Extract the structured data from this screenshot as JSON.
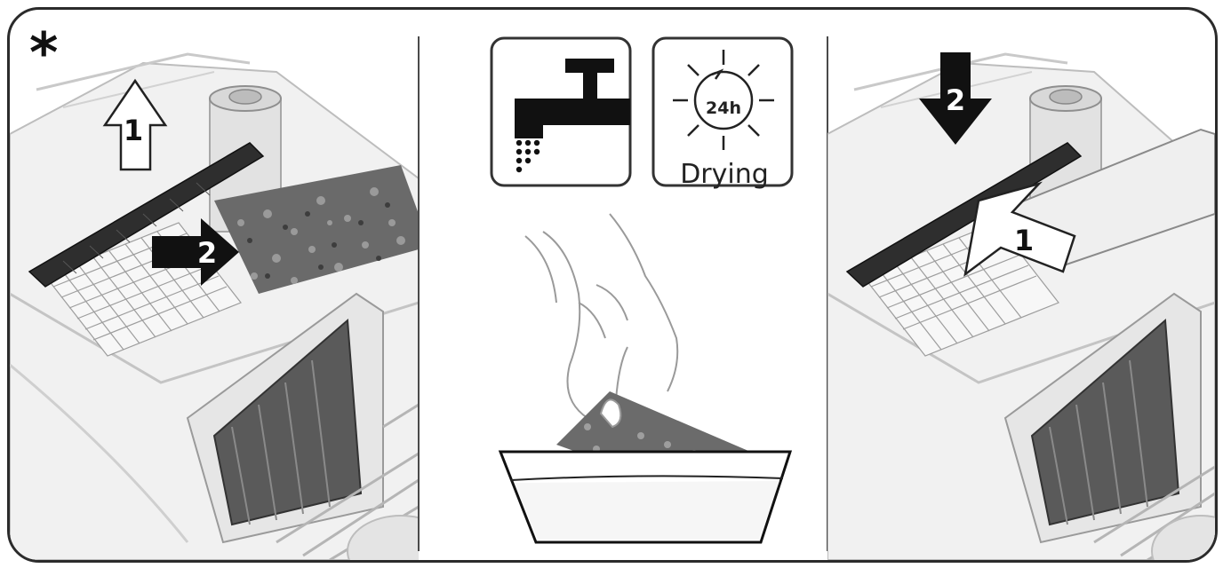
{
  "left_panel": {
    "marker": "*",
    "steps": [
      {
        "number": "1",
        "action": "lift-up"
      },
      {
        "number": "2",
        "action": "pull-out"
      }
    ]
  },
  "middle_panel": {
    "icons": [
      "tap-icon",
      "sun-icon"
    ],
    "drying_hours": "24h",
    "drying_label": "Drying"
  },
  "right_panel": {
    "steps": [
      {
        "number": "1",
        "action": "insert"
      },
      {
        "number": "2",
        "action": "press-down"
      }
    ]
  },
  "colors": {
    "border": "#2b2b2b",
    "sketch": "#b8b8b8",
    "filter_dark": "#333333",
    "arrow_dark": "#111111"
  }
}
